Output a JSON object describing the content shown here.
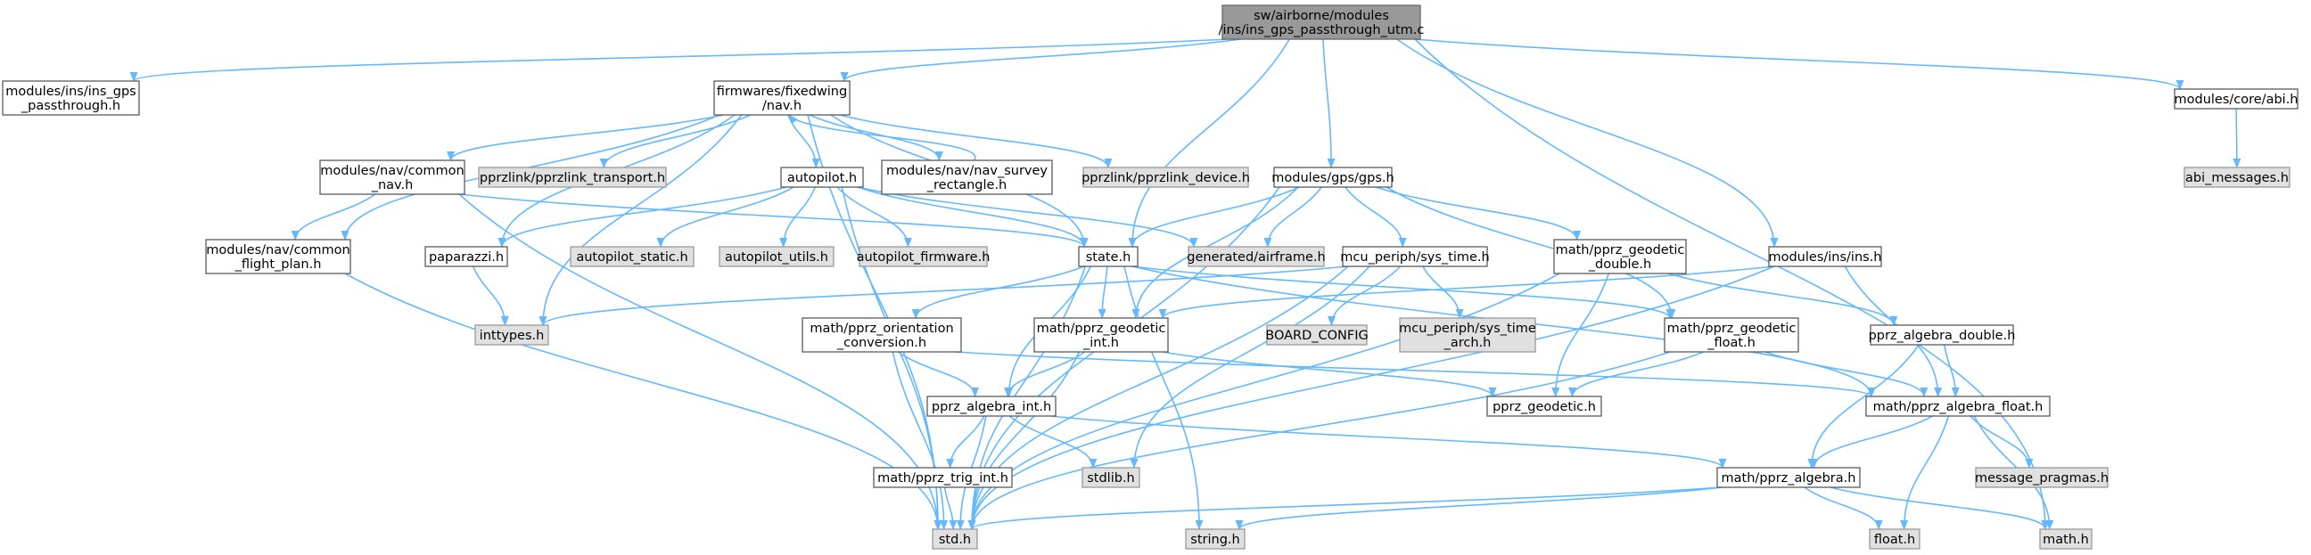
{
  "colors": {
    "edge": "#63b8ff",
    "root_fill": "#999999",
    "file_fill": "#ffffff",
    "system_fill": "#e0e0e0"
  },
  "nodes": [
    {
      "id": "root",
      "lines": [
        "sw/airborne/modules",
        "/ins/ins_gps_passthrough_utm.c"
      ],
      "kind": "root"
    },
    {
      "id": "ins_gps_pt",
      "lines": [
        "modules/ins/ins_gps",
        "_passthrough.h"
      ],
      "kind": "file"
    },
    {
      "id": "fw_nav",
      "lines": [
        "firmwares/fixedwing",
        "/nav.h"
      ],
      "kind": "file"
    },
    {
      "id": "core_abi",
      "lines": [
        "modules/core/abi.h"
      ],
      "kind": "file"
    },
    {
      "id": "abi_messages",
      "lines": [
        "abi_messages.h"
      ],
      "kind": "sys"
    },
    {
      "id": "nav_common",
      "lines": [
        "modules/nav/common",
        "_nav.h"
      ],
      "kind": "file"
    },
    {
      "id": "pprzlink_transport",
      "lines": [
        "pprzlink/pprzlink_transport.h"
      ],
      "kind": "sys"
    },
    {
      "id": "autopilot",
      "lines": [
        "autopilot.h"
      ],
      "kind": "file"
    },
    {
      "id": "nav_survey",
      "lines": [
        "modules/nav/nav_survey",
        "_rectangle.h"
      ],
      "kind": "file"
    },
    {
      "id": "pprzlink_device",
      "lines": [
        "pprzlink/pprzlink_device.h"
      ],
      "kind": "sys"
    },
    {
      "id": "gps",
      "lines": [
        "modules/gps/gps.h"
      ],
      "kind": "file"
    },
    {
      "id": "ins",
      "lines": [
        "modules/ins/ins.h"
      ],
      "kind": "file"
    },
    {
      "id": "flight_plan",
      "lines": [
        "modules/nav/common",
        "_flight_plan.h"
      ],
      "kind": "file"
    },
    {
      "id": "paparazzi",
      "lines": [
        "paparazzi.h"
      ],
      "kind": "file"
    },
    {
      "id": "ap_static",
      "lines": [
        "autopilot_static.h"
      ],
      "kind": "sys"
    },
    {
      "id": "ap_utils",
      "lines": [
        "autopilot_utils.h"
      ],
      "kind": "sys"
    },
    {
      "id": "ap_firmware",
      "lines": [
        "autopilot_firmware.h"
      ],
      "kind": "sys"
    },
    {
      "id": "state",
      "lines": [
        "state.h"
      ],
      "kind": "file"
    },
    {
      "id": "airframe",
      "lines": [
        "generated/airframe.h"
      ],
      "kind": "sys"
    },
    {
      "id": "sys_time",
      "lines": [
        "mcu_periph/sys_time.h"
      ],
      "kind": "file"
    },
    {
      "id": "geo_double",
      "lines": [
        "math/pprz_geodetic",
        "_double.h"
      ],
      "kind": "file"
    },
    {
      "id": "inttypes",
      "lines": [
        "inttypes.h"
      ],
      "kind": "sys"
    },
    {
      "id": "orient_conv",
      "lines": [
        "math/pprz_orientation",
        "_conversion.h"
      ],
      "kind": "file"
    },
    {
      "id": "geo_int",
      "lines": [
        "math/pprz_geodetic",
        "_int.h"
      ],
      "kind": "file"
    },
    {
      "id": "board_config",
      "lines": [
        "BOARD_CONFIG"
      ],
      "kind": "sys"
    },
    {
      "id": "sys_time_arch",
      "lines": [
        "mcu_periph/sys_time",
        "_arch.h"
      ],
      "kind": "sys"
    },
    {
      "id": "geo_float",
      "lines": [
        "math/pprz_geodetic",
        "_float.h"
      ],
      "kind": "file"
    },
    {
      "id": "alg_double",
      "lines": [
        "pprz_algebra_double.h"
      ],
      "kind": "file"
    },
    {
      "id": "alg_int",
      "lines": [
        "pprz_algebra_int.h"
      ],
      "kind": "file"
    },
    {
      "id": "pprz_geodetic",
      "lines": [
        "pprz_geodetic.h"
      ],
      "kind": "file"
    },
    {
      "id": "alg_float",
      "lines": [
        "math/pprz_algebra_float.h"
      ],
      "kind": "file"
    },
    {
      "id": "trig_int",
      "lines": [
        "math/pprz_trig_int.h"
      ],
      "kind": "file"
    },
    {
      "id": "stdlib",
      "lines": [
        "stdlib.h"
      ],
      "kind": "sys"
    },
    {
      "id": "pprz_algebra",
      "lines": [
        "math/pprz_algebra.h"
      ],
      "kind": "file"
    },
    {
      "id": "msg_pragmas",
      "lines": [
        "message_pragmas.h"
      ],
      "kind": "sys"
    },
    {
      "id": "std",
      "lines": [
        "std.h"
      ],
      "kind": "sys"
    },
    {
      "id": "string",
      "lines": [
        "string.h"
      ],
      "kind": "sys"
    },
    {
      "id": "float",
      "lines": [
        "float.h"
      ],
      "kind": "sys"
    },
    {
      "id": "math",
      "lines": [
        "math.h"
      ],
      "kind": "sys"
    }
  ],
  "edges": [
    [
      "root",
      "ins_gps_pt"
    ],
    [
      "root",
      "fw_nav"
    ],
    [
      "root",
      "core_abi"
    ],
    [
      "root",
      "gps"
    ],
    [
      "root",
      "ins"
    ],
    [
      "root",
      "state"
    ],
    [
      "root",
      "math"
    ],
    [
      "core_abi",
      "abi_messages"
    ],
    [
      "fw_nav",
      "nav_common"
    ],
    [
      "fw_nav",
      "pprzlink_transport"
    ],
    [
      "fw_nav",
      "autopilot"
    ],
    [
      "fw_nav",
      "nav_survey"
    ],
    [
      "fw_nav",
      "pprzlink_device"
    ],
    [
      "fw_nav",
      "flight_plan"
    ],
    [
      "fw_nav",
      "paparazzi"
    ],
    [
      "fw_nav",
      "state"
    ],
    [
      "fw_nav",
      "inttypes"
    ],
    [
      "fw_nav",
      "std"
    ],
    [
      "nav_survey",
      "fw_nav"
    ],
    [
      "nav_common",
      "flight_plan"
    ],
    [
      "nav_common",
      "state"
    ],
    [
      "nav_common",
      "std"
    ],
    [
      "autopilot",
      "paparazzi"
    ],
    [
      "autopilot",
      "ap_static"
    ],
    [
      "autopilot",
      "ap_utils"
    ],
    [
      "autopilot",
      "ap_firmware"
    ],
    [
      "autopilot",
      "state"
    ],
    [
      "autopilot",
      "airframe"
    ],
    [
      "autopilot",
      "std"
    ],
    [
      "paparazzi",
      "inttypes"
    ],
    [
      "flight_plan",
      "std"
    ],
    [
      "gps",
      "state"
    ],
    [
      "gps",
      "airframe"
    ],
    [
      "gps",
      "sys_time"
    ],
    [
      "gps",
      "geo_double"
    ],
    [
      "gps",
      "geo_int"
    ],
    [
      "gps",
      "geo_float"
    ],
    [
      "gps",
      "std"
    ],
    [
      "ins",
      "geo_int"
    ],
    [
      "ins",
      "alg_float"
    ],
    [
      "ins",
      "std"
    ],
    [
      "state",
      "orient_conv"
    ],
    [
      "state",
      "geo_int"
    ],
    [
      "state",
      "geo_float"
    ],
    [
      "state",
      "alg_int"
    ],
    [
      "state",
      "alg_float"
    ],
    [
      "state",
      "std"
    ],
    [
      "state",
      "string"
    ],
    [
      "sys_time",
      "inttypes"
    ],
    [
      "sys_time",
      "board_config"
    ],
    [
      "sys_time",
      "sys_time_arch"
    ],
    [
      "sys_time",
      "stdlib"
    ],
    [
      "sys_time",
      "std"
    ],
    [
      "geo_double",
      "alg_double"
    ],
    [
      "geo_double",
      "pprz_geodetic"
    ],
    [
      "geo_double",
      "std"
    ],
    [
      "geo_int",
      "alg_int"
    ],
    [
      "geo_int",
      "pprz_geodetic"
    ],
    [
      "geo_int",
      "std"
    ],
    [
      "geo_float",
      "pprz_geodetic"
    ],
    [
      "geo_float",
      "alg_float"
    ],
    [
      "geo_float",
      "std"
    ],
    [
      "orient_conv",
      "alg_int"
    ],
    [
      "orient_conv",
      "alg_float"
    ],
    [
      "orient_conv",
      "std"
    ],
    [
      "alg_double",
      "alg_float"
    ],
    [
      "alg_double",
      "pprz_algebra"
    ],
    [
      "alg_int",
      "trig_int"
    ],
    [
      "alg_int",
      "stdlib"
    ],
    [
      "alg_int",
      "pprz_algebra"
    ],
    [
      "alg_int",
      "std"
    ],
    [
      "alg_float",
      "pprz_algebra"
    ],
    [
      "alg_float",
      "msg_pragmas"
    ],
    [
      "alg_float",
      "float"
    ],
    [
      "alg_float",
      "math"
    ],
    [
      "trig_int",
      "std"
    ],
    [
      "pprz_algebra",
      "std"
    ],
    [
      "pprz_algebra",
      "string"
    ],
    [
      "pprz_algebra",
      "float"
    ],
    [
      "pprz_algebra",
      "math"
    ]
  ]
}
